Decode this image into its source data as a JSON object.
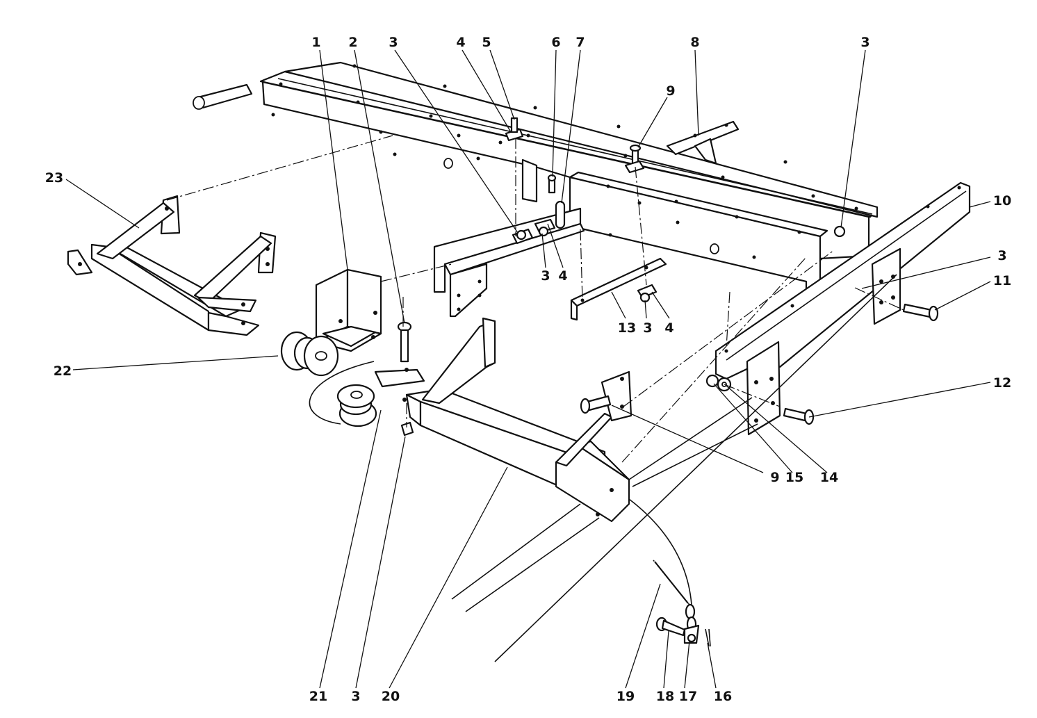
{
  "callouts": [
    {
      "id": "c1",
      "label": "1"
    },
    {
      "id": "c2",
      "label": "2"
    },
    {
      "id": "c3a",
      "label": "3"
    },
    {
      "id": "c4a",
      "label": "4"
    },
    {
      "id": "c5",
      "label": "5"
    },
    {
      "id": "c6",
      "label": "6"
    },
    {
      "id": "c7",
      "label": "7"
    },
    {
      "id": "c8",
      "label": "8"
    },
    {
      "id": "c3b",
      "label": "3"
    },
    {
      "id": "c9a",
      "label": "9"
    },
    {
      "id": "c23",
      "label": "23"
    },
    {
      "id": "c10",
      "label": "10"
    },
    {
      "id": "c3c",
      "label": "3"
    },
    {
      "id": "c4b",
      "label": "4"
    },
    {
      "id": "c3d",
      "label": "3"
    },
    {
      "id": "c11",
      "label": "11"
    },
    {
      "id": "c13",
      "label": "13"
    },
    {
      "id": "c3e",
      "label": "3"
    },
    {
      "id": "c4c",
      "label": "4"
    },
    {
      "id": "c22",
      "label": "22"
    },
    {
      "id": "c12",
      "label": "12"
    },
    {
      "id": "c9b",
      "label": "9"
    },
    {
      "id": "c15",
      "label": "15"
    },
    {
      "id": "c14",
      "label": "14"
    },
    {
      "id": "c21",
      "label": "21"
    },
    {
      "id": "c3f",
      "label": "3"
    },
    {
      "id": "c20",
      "label": "20"
    },
    {
      "id": "c19",
      "label": "19"
    },
    {
      "id": "c18",
      "label": "18"
    },
    {
      "id": "c17",
      "label": "17"
    },
    {
      "id": "c16",
      "label": "16"
    }
  ]
}
